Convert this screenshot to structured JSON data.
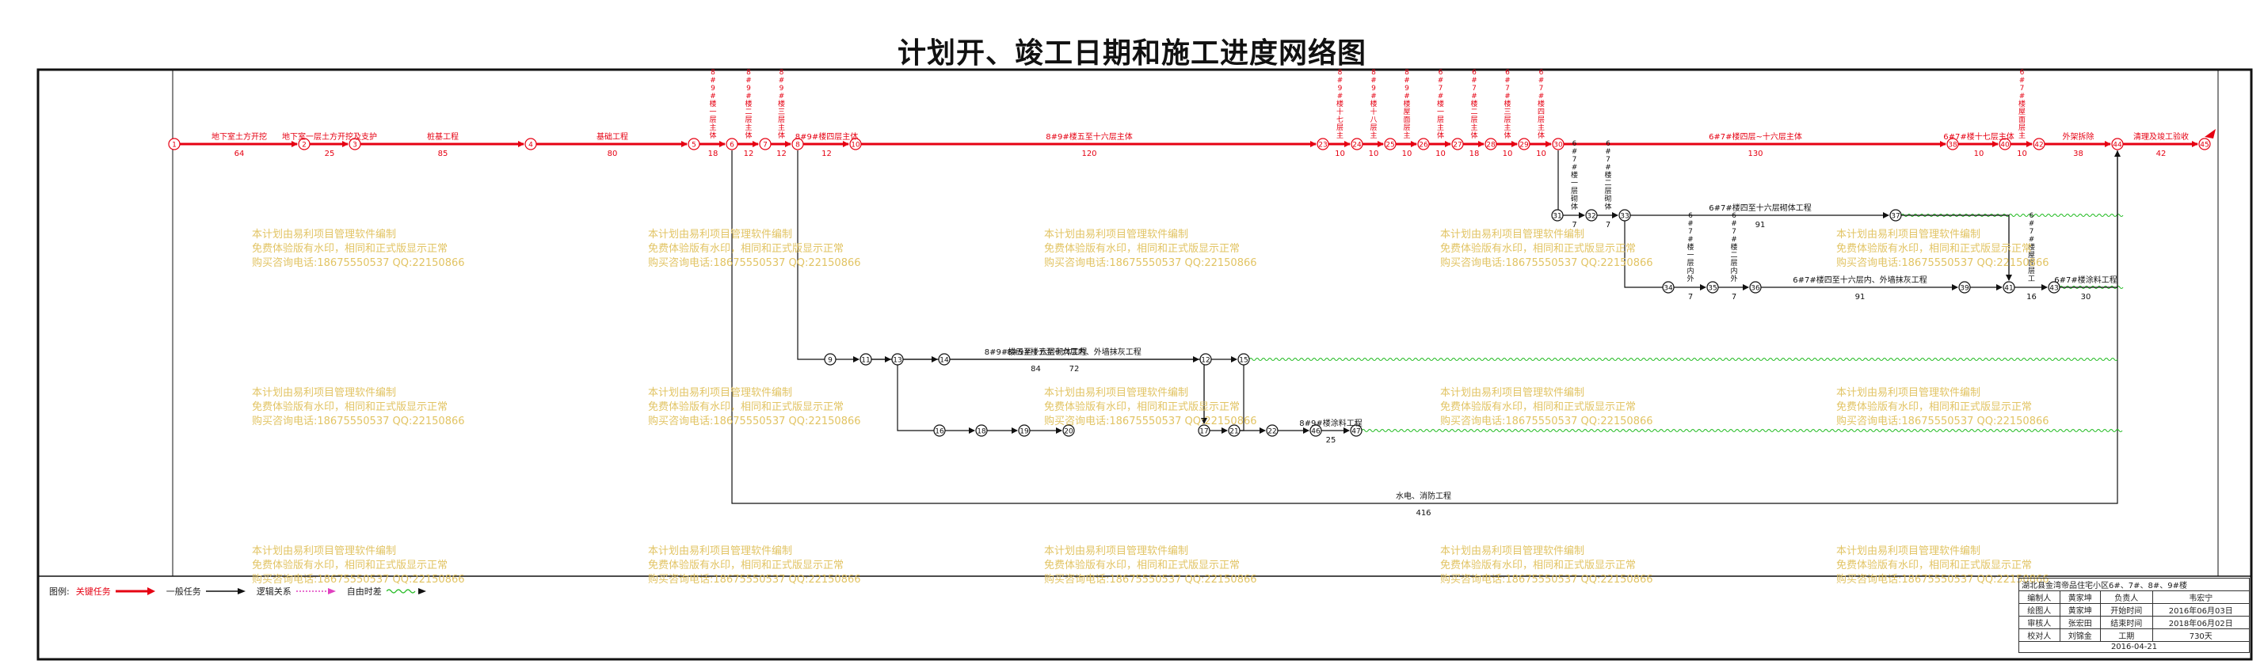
{
  "title": "计划开、竣工日期和施工进度网络图",
  "colors": {
    "critical": "#e60012",
    "normal": "#111111",
    "logic": "#111111",
    "float": "#22bb22",
    "watermark": "#e2c464",
    "milestone": "#e60012"
  },
  "nodes": [
    {
      "id": "1",
      "row": "critical",
      "day": 0
    },
    {
      "id": "2",
      "row": "critical",
      "day": 64
    },
    {
      "id": "3",
      "row": "critical",
      "day": 89
    },
    {
      "id": "4",
      "row": "critical",
      "day": 174
    },
    {
      "id": "5",
      "row": "critical",
      "day": 254
    },
    {
      "id": "6",
      "row": "critical",
      "day": 272
    },
    {
      "id": "7",
      "row": "critical",
      "day": 284
    },
    {
      "id": "8",
      "row": "critical",
      "day": 296
    },
    {
      "id": "10",
      "row": "critical",
      "day": 308
    },
    {
      "id": "23",
      "row": "critical",
      "day": 428
    },
    {
      "id": "24",
      "row": "critical",
      "day": 438
    },
    {
      "id": "25",
      "row": "critical",
      "day": 448
    },
    {
      "id": "26",
      "row": "critical",
      "day": 458
    },
    {
      "id": "27",
      "row": "critical",
      "day": 468
    },
    {
      "id": "28",
      "row": "critical",
      "day": 486
    },
    {
      "id": "29",
      "row": "critical",
      "day": 496
    },
    {
      "id": "30",
      "row": "critical",
      "day": 506
    },
    {
      "id": "38",
      "row": "critical",
      "day": 636
    },
    {
      "id": "40",
      "row": "critical",
      "day": 646
    },
    {
      "id": "42",
      "row": "critical",
      "day": 656
    },
    {
      "id": "44",
      "row": "critical",
      "day": 688
    },
    {
      "id": "45",
      "row": "critical",
      "day": 730
    }
  ],
  "activities": [
    {
      "from": "1",
      "to": "2",
      "label": "地下室土方开挖",
      "duration": "64",
      "type": "critical"
    },
    {
      "from": "2",
      "to": "3",
      "label": "地下室一层土方开挖及支护",
      "duration": "25",
      "type": "critical"
    },
    {
      "from": "3",
      "to": "4",
      "label": "桩基工程",
      "duration": "85",
      "type": "critical"
    },
    {
      "from": "4",
      "to": "5",
      "label": "基础工程",
      "duration": "80",
      "type": "critical"
    },
    {
      "from": "5",
      "to": "6",
      "label": "8#9#楼一层主体",
      "duration": "18",
      "type": "critical"
    },
    {
      "from": "6",
      "to": "7",
      "label": "8#9#楼二层主体",
      "duration": "12",
      "type": "critical"
    },
    {
      "from": "7",
      "to": "8",
      "label": "8#9#楼三层主体",
      "duration": "12",
      "type": "critical"
    },
    {
      "from": "8",
      "to": "10",
      "label": "8#9#楼四层主体",
      "duration": "12",
      "type": "critical"
    },
    {
      "from": "10",
      "to": "23",
      "label": "8#9#楼五至十六层主体",
      "duration": "120",
      "type": "critical"
    },
    {
      "from": "23",
      "to": "24",
      "label": "8#9#楼十七层主体",
      "duration": "10",
      "type": "critical"
    },
    {
      "from": "24",
      "to": "25",
      "label": "8#9#楼十八层主体",
      "duration": "10",
      "type": "critical"
    },
    {
      "from": "25",
      "to": "26",
      "label": "8#9#楼屋面层主体",
      "duration": "10",
      "type": "critical"
    },
    {
      "from": "26",
      "to": "27",
      "label": "6#7#楼一层主体",
      "duration": "10",
      "type": "critical"
    },
    {
      "from": "27",
      "to": "28",
      "label": "6#7#楼二层主体",
      "duration": "18",
      "type": "critical"
    },
    {
      "from": "28",
      "to": "29",
      "label": "6#7#楼三层主体",
      "duration": "10",
      "type": "critical"
    },
    {
      "from": "29",
      "to": "30",
      "label": "6#7#楼四层主体",
      "duration": "10",
      "type": "critical"
    },
    {
      "from": "30",
      "to": "38",
      "label": "6#7#楼四层~十六层主体",
      "duration": "130",
      "type": "critical"
    },
    {
      "from": "38",
      "to": "40",
      "label": "6#7#楼十七层主体",
      "duration": "10",
      "type": "critical"
    },
    {
      "from": "40",
      "to": "42",
      "label": "6#7#楼屋面层主体",
      "duration": "10",
      "type": "critical"
    },
    {
      "from": "42",
      "to": "44",
      "label": "外架拆除",
      "duration": "38",
      "type": "critical"
    },
    {
      "from": "44",
      "to": "45",
      "label": "清理及竣工验收",
      "duration": "42",
      "type": "critical"
    },
    {
      "from": "31",
      "to": "32",
      "label": "6#7#楼一层砌体工程",
      "duration": "7",
      "type": "normal"
    },
    {
      "from": "32",
      "to": "33",
      "label": "6#7#楼二层砌体工程",
      "duration": "7",
      "type": "normal"
    },
    {
      "from": "33",
      "to": "37",
      "label": "6#7#楼四至十六层砌体工程",
      "duration": "91",
      "type": "normal"
    },
    {
      "from": "34",
      "to": "35",
      "label": "6#7#楼一层内外墙抹灰工程",
      "duration": "7",
      "type": "normal"
    },
    {
      "from": "35",
      "to": "36",
      "label": "6#7#楼二层内外墙抹灰工程",
      "duration": "7",
      "type": "normal"
    },
    {
      "from": "36",
      "to": "39",
      "label": "6#7#楼四至十六层内、外墙抹灰工程",
      "duration": "91",
      "type": "normal"
    },
    {
      "from": "41",
      "to": "43",
      "label": "6#7#楼屋面层工程",
      "duration": "16",
      "type": "normal"
    },
    {
      "from": "43",
      "to": "44",
      "label": "6#7#楼涂料工程",
      "duration": "30",
      "type": "normal"
    },
    {
      "from": "11",
      "to": "12",
      "label": "8#9#楼五至十六层砌体工程",
      "duration": "84",
      "type": "normal"
    },
    {
      "from": "14",
      "to": "17",
      "label": "8#9#楼五至十六层内、外墙抹灰工程",
      "duration": "72",
      "type": "normal"
    },
    {
      "from": "22",
      "to": "44",
      "label": "8#9#楼涂料工程",
      "duration": "25",
      "type": "normal"
    },
    {
      "from": "6",
      "to": "44",
      "label": "水电、消防工程",
      "duration": "416",
      "type": "normal"
    }
  ],
  "watermark_lines": [
    "本计划由易利项目管理软件编制",
    "免费体验版有水印，相同和正式版显示正常",
    "购买咨询电话:18675550537 QQ:22150866"
  ],
  "legend": {
    "title": "图例:",
    "items": [
      {
        "label": "关键任务",
        "kind": "critical"
      },
      {
        "label": "一般任务",
        "kind": "normal"
      },
      {
        "label": "逻辑关系",
        "kind": "logic"
      },
      {
        "label": "自由时差",
        "kind": "float"
      }
    ]
  },
  "info_table": {
    "project": "湖北县金湾帝品住宅小区6#、7#、8#、9#楼",
    "rows": [
      [
        "编制人",
        "黄家坤",
        "负责人",
        "韦宏宁"
      ],
      [
        "绘图人",
        "黄家坤",
        "开始时间",
        "2016年06月03日"
      ],
      [
        "审核人",
        "张宏田",
        "结束时间",
        "2018年06月02日"
      ],
      [
        "校对人",
        "刘锦金",
        "工期",
        "730天"
      ]
    ],
    "date": "2016-04-21"
  }
}
